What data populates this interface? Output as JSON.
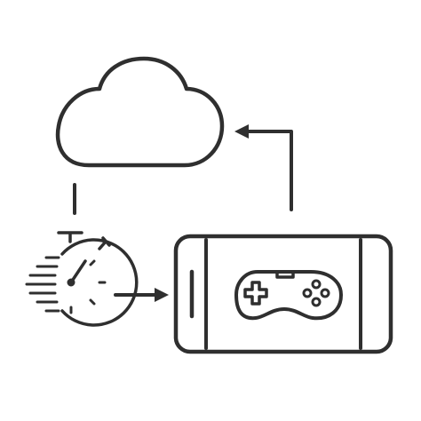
{
  "diagram": {
    "description_nodes": [
      {
        "id": "cloud",
        "icon": "cloud-icon"
      },
      {
        "id": "stopwatch",
        "icon": "stopwatch-icon"
      },
      {
        "id": "phone",
        "icon": "smartphone-icon"
      },
      {
        "id": "gamepad",
        "icon": "gamepad-icon"
      }
    ],
    "edges": [
      {
        "from": "cloud",
        "to": "stopwatch",
        "style": "line"
      },
      {
        "from": "stopwatch",
        "to": "phone",
        "style": "arrow"
      },
      {
        "from": "phone",
        "to": "cloud",
        "style": "arrow"
      }
    ]
  },
  "colors": {
    "stroke": "#2f2f2f",
    "background": "#ffffff"
  }
}
